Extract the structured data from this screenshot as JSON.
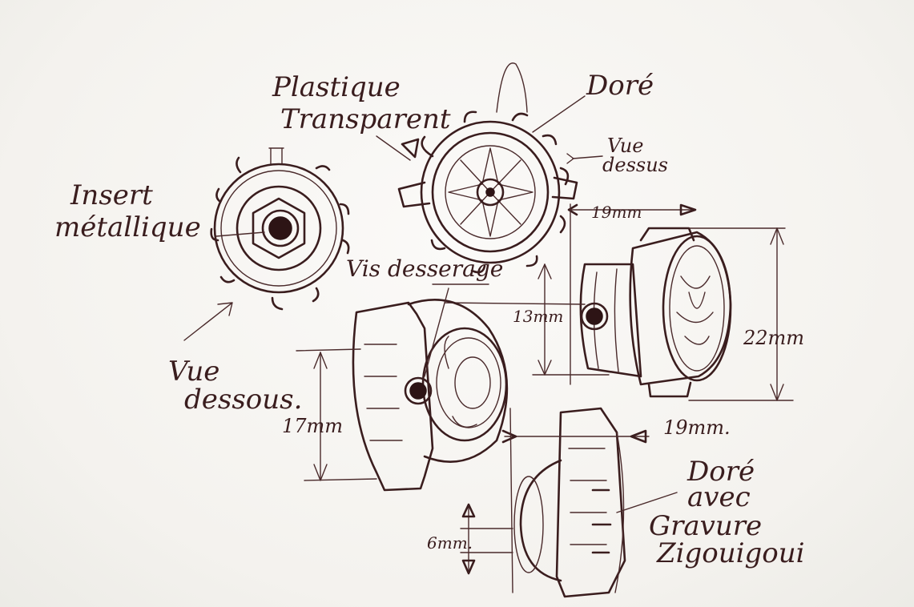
{
  "labels": {
    "plastique": "Plastique",
    "transparent": "Transparent",
    "dore_top": "Doré",
    "vue_dessus_1": "Vue",
    "vue_dessus_2": "dessus",
    "insert_1": "Insert",
    "insert_2": "métallique",
    "vis": "Vis desserage",
    "vue_dessous_1": "Vue",
    "vue_dessous_2": "dessous.",
    "dore_bottom_1": "Doré",
    "dore_bottom_2": "avec",
    "dore_bottom_3": "Gravure",
    "dore_bottom_4": "Zigouigoui"
  },
  "dimensions": {
    "d19_top": "19mm",
    "d13": "13mm",
    "d22": "22mm",
    "d17": "17mm",
    "d19_bottom": "19mm.",
    "d6": "6mm."
  },
  "colors": {
    "ink": "#3a1d1e",
    "paper": "#f7f5f2"
  }
}
